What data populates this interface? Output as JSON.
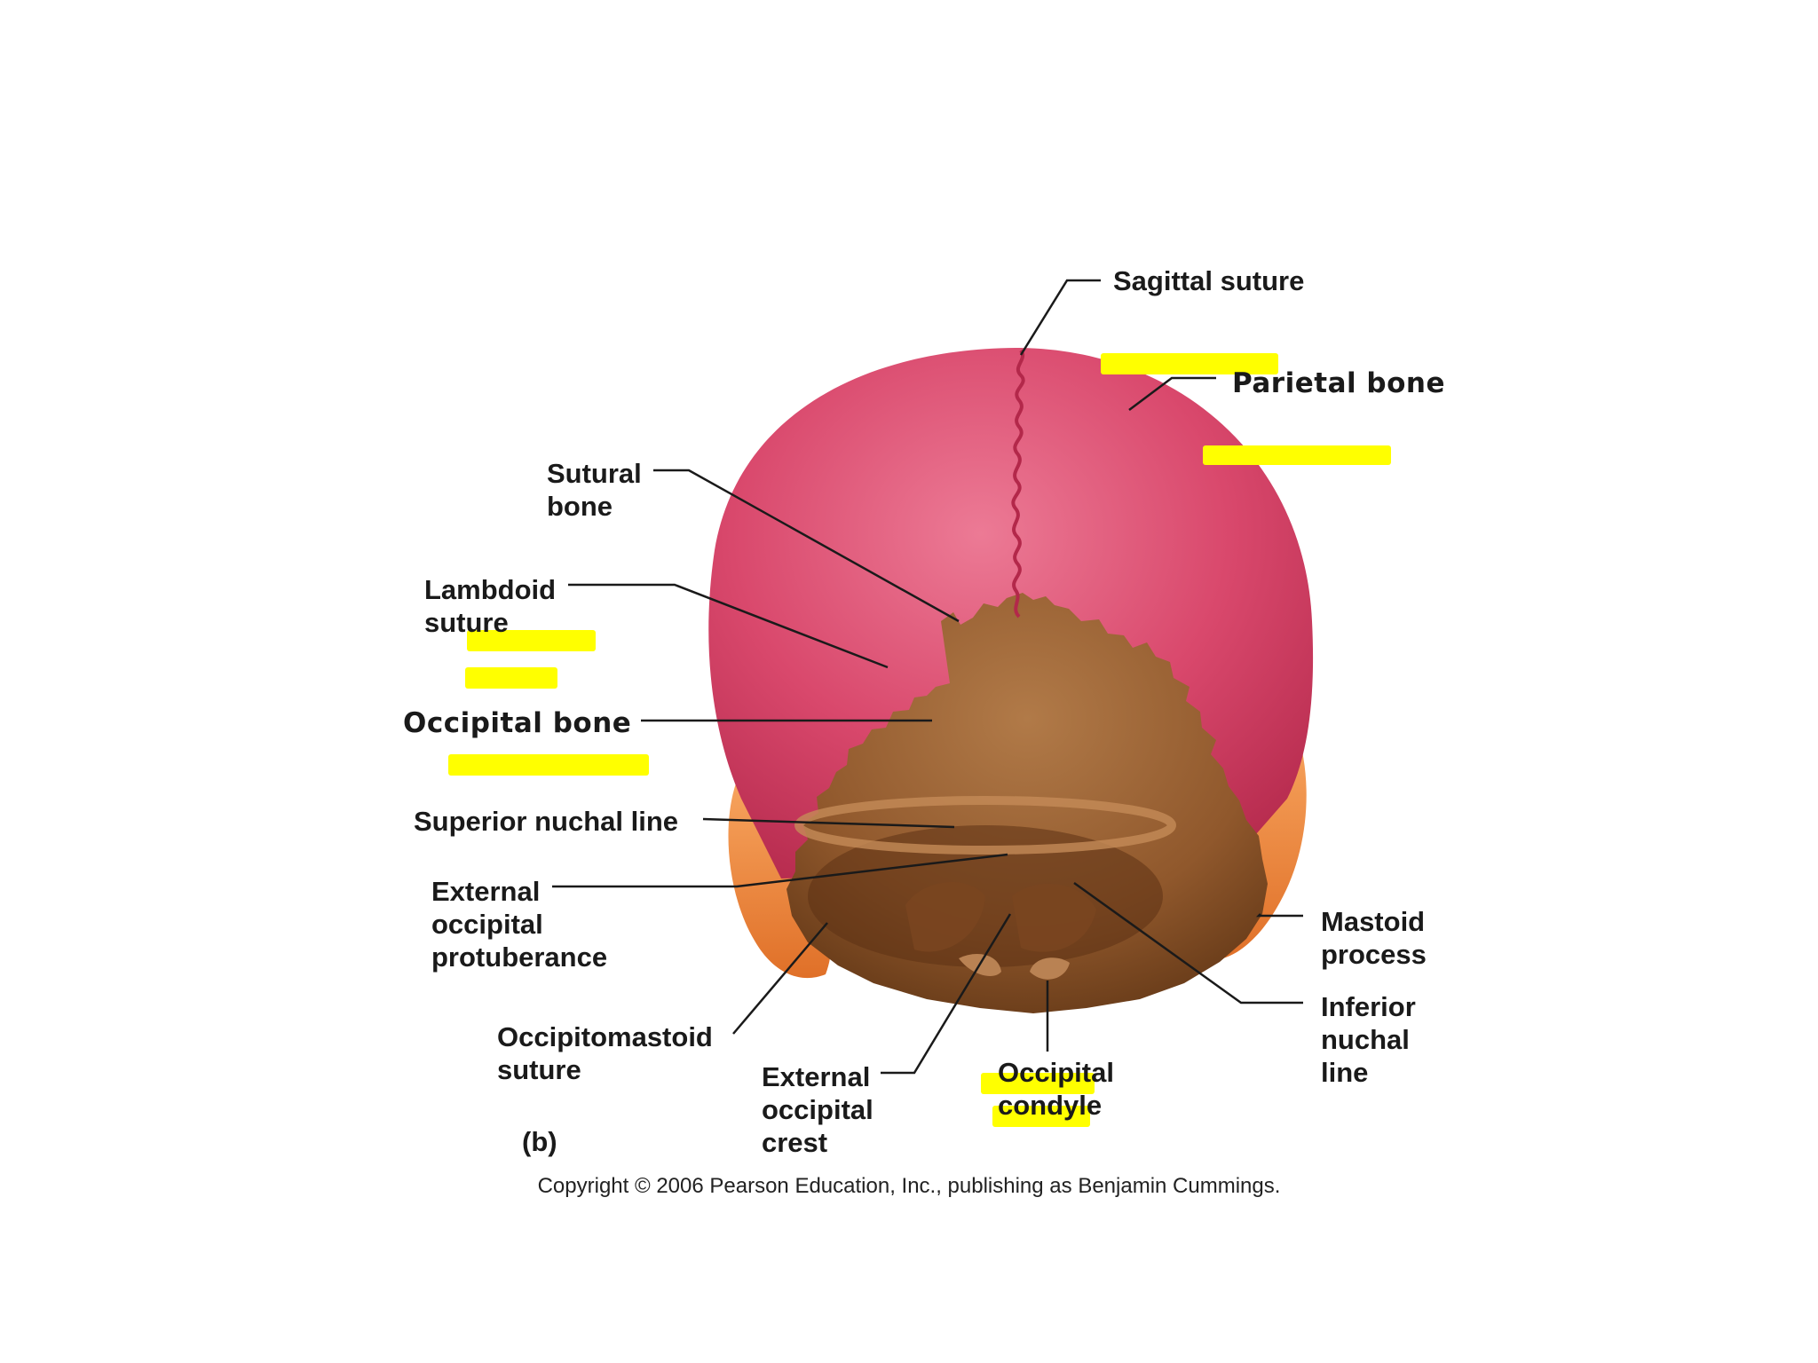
{
  "figure": {
    "panel_label": "(b)",
    "copyright": "Copyright © 2006 Pearson Education, Inc., publishing as Benjamin Cummings."
  },
  "labels": {
    "sagittal_suture": "Sagittal suture",
    "parietal_bone": "Parietal bone",
    "sutural_bone": "Sutural\nbone",
    "lambdoid_suture": "Lambdoid\nsuture",
    "occipital_bone": "Occipital bone",
    "superior_nuchal_line": "Superior nuchal line",
    "external_occipital_protuberance": "External\noccipital\nprotuberance",
    "mastoid_process": "Mastoid\nprocess",
    "inferior_nuchal_line": "Inferior\nnuchal\nline",
    "occipitomastoid_suture": "Occipitomastoid\nsuture",
    "external_occipital_crest": "External\noccipital\ncrest",
    "occipital_condyle": "Occipital\ncondyle"
  },
  "colors": {
    "parietal": "#d63d62",
    "parietal_light": "#e86a88",
    "occipital": "#9a6234",
    "occipital_dark": "#6e3f1c",
    "temporal": "#f08a3a",
    "suture": "#7a3f28",
    "highlighter": "#ffff00",
    "leader": "#1a1a1a"
  }
}
